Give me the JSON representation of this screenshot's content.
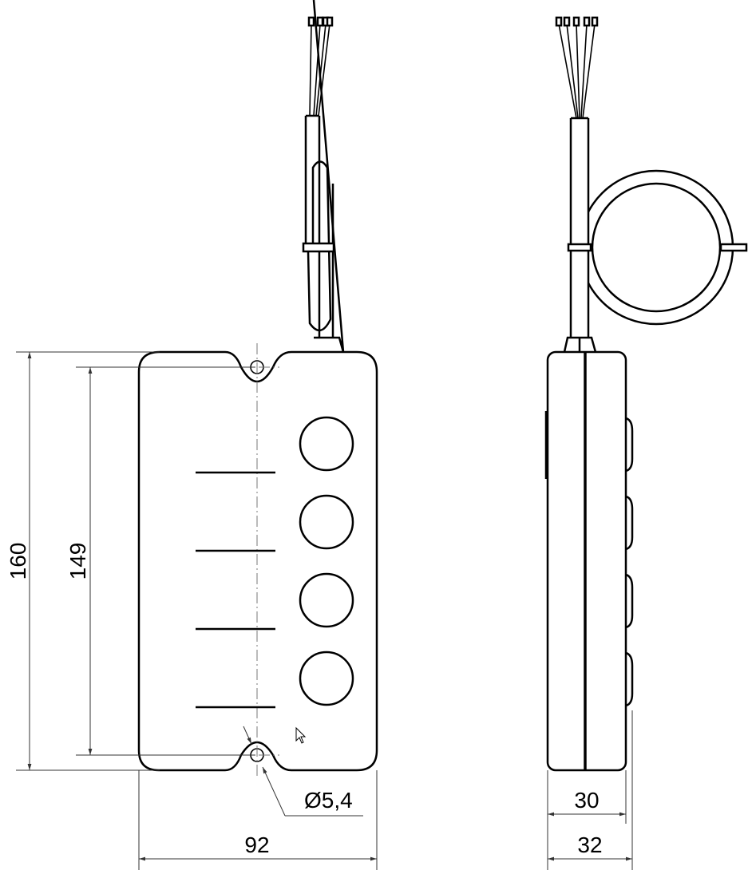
{
  "drawing": {
    "front_view": {
      "dim_height_overall": "160",
      "dim_hole_spacing": "149",
      "dim_width": "92",
      "dim_hole_diameter": "Ø5,4",
      "button_count": 4
    },
    "side_view": {
      "dim_depth_body": "30",
      "dim_depth_overall": "32"
    }
  }
}
